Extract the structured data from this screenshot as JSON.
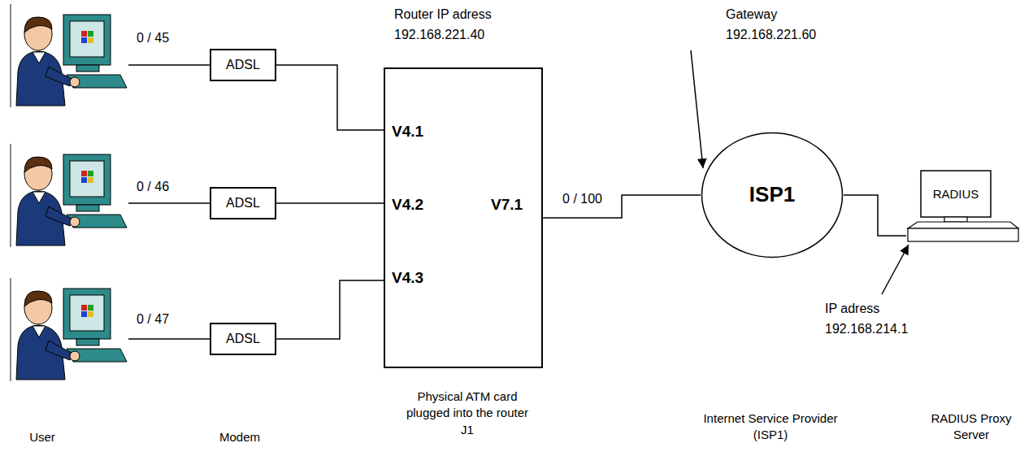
{
  "diagram": {
    "nodes": [
      {
        "text": [
          "ADSL"
        ]
      },
      {
        "text": [
          "ADSL"
        ]
      },
      {
        "text": [
          "ADSL"
        ]
      },
      {
        "text": [
          "V4.1",
          "V4.2",
          "V4.3",
          "V7.1"
        ]
      },
      {
        "text": [
          "ISP1"
        ]
      },
      {
        "text": [
          "RADIUS"
        ]
      }
    ],
    "edges": [
      {
        "from": 0,
        "to": 3,
        "arrow": "none"
      },
      {
        "from": 1,
        "to": 3,
        "arrow": "none"
      },
      {
        "from": 2,
        "to": 3,
        "arrow": "none"
      },
      {
        "from": 3,
        "to": 4,
        "label": "0 / 100",
        "arrow": "none"
      },
      {
        "from": 4,
        "to": 5,
        "arrow": "none"
      }
    ],
    "labels": [
      "Router IP adress 192.168.221.40",
      "0 / 45",
      "0 / 46",
      "0 / 47",
      "Gateway 192.168.221.60",
      "IP adress 192.168.214.1",
      "User",
      "Modem",
      "Physical ATM card plugged into the router J1",
      "Internet Service Provider (ISP1)",
      "RADIUS Proxy Server"
    ]
  }
}
